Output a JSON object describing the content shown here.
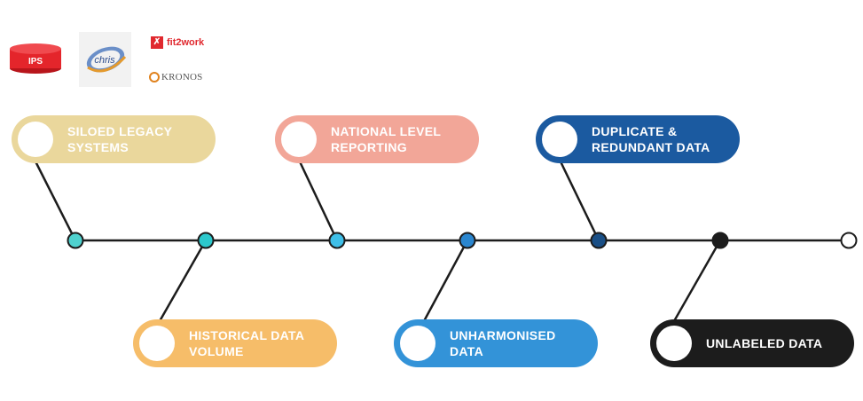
{
  "colors": {
    "legacy": "#ead79c",
    "national": "#f2a698",
    "duplicate": "#1b5aa0",
    "historical": "#f6bd69",
    "unharmonised": "#3393d8",
    "unlabeled": "#1c1c1c",
    "line": "#1c1c1c"
  },
  "logos": {
    "ips": "IPS",
    "chris": "chris",
    "fit2work": "fit2work",
    "kronos": "KRONOS"
  },
  "pills": {
    "legacy": "SILOED LEGACY\nSYSTEMS",
    "national": "NATIONAL LEVEL\nREPORTING",
    "duplicate": "DUPLICATE &\nREDUNDANT DATA",
    "historical": "HISTORICAL DATA\nVOLUME",
    "unharmonised": "UNHARMONISED\nDATA",
    "unlabeled": "UNLABELED DATA"
  },
  "nodes": {
    "n1": "#4fd2cf",
    "n2": "#2cc8cc",
    "n3": "#3fbfe8",
    "n4": "#2a86cf",
    "n5": "#1a4f86",
    "n6": "#1c1c1c",
    "n7": "#ffffff"
  }
}
